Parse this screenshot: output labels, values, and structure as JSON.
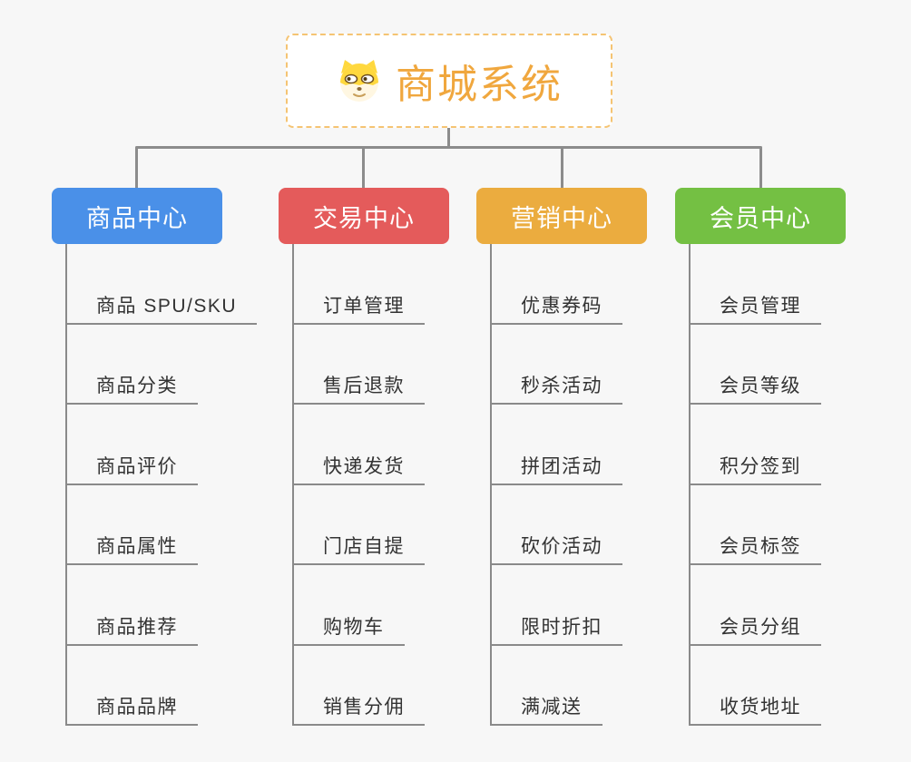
{
  "canvas": {
    "background": "#F7F7F7",
    "connector_color": "#8C8C8C",
    "leaf_line_color": "#8A8A8A",
    "leaf_text_color": "#333333"
  },
  "root": {
    "title": "商城系统",
    "icon": "shiba-dog-icon",
    "text_color": "#F0A73E",
    "border_color": "#F5C473"
  },
  "branches": [
    {
      "id": "product-center",
      "label": "商品中心",
      "color": "#4A90E8",
      "children": [
        "商品 SPU/SKU",
        "商品分类",
        "商品评价",
        "商品属性",
        "商品推荐",
        "商品品牌"
      ]
    },
    {
      "id": "trade-center",
      "label": "交易中心",
      "color": "#E45B5B",
      "children": [
        "订单管理",
        "售后退款",
        "快递发货",
        "门店自提",
        "购物车",
        "销售分佣"
      ]
    },
    {
      "id": "marketing-center",
      "label": "营销中心",
      "color": "#EBAC3F",
      "children": [
        "优惠券码",
        "秒杀活动",
        "拼团活动",
        "砍价活动",
        "限时折扣",
        "满减送"
      ]
    },
    {
      "id": "member-center",
      "label": "会员中心",
      "color": "#74C043",
      "children": [
        "会员管理",
        "会员等级",
        "积分签到",
        "会员标签",
        "会员分组",
        "收货地址"
      ]
    }
  ]
}
